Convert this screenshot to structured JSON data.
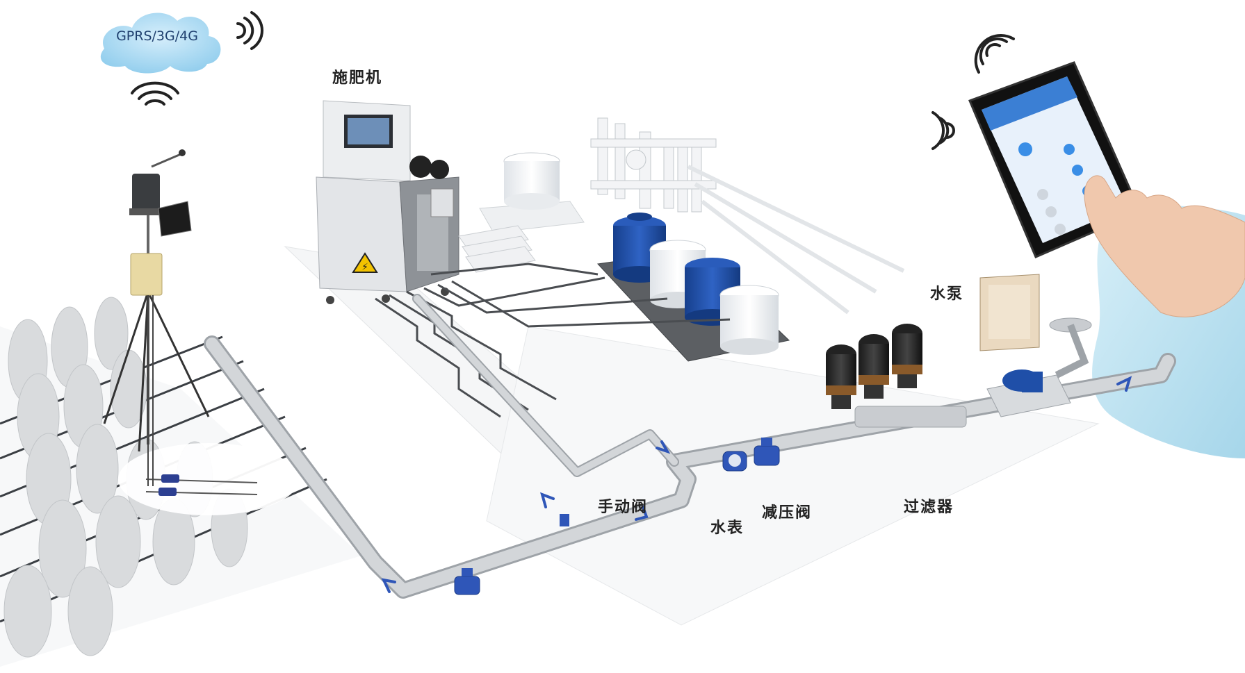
{
  "network": {
    "cloud_label": "GPRS/3G/4G"
  },
  "labels": {
    "fertilizer_machine": "施肥机",
    "water_pump": "水泵",
    "manual_valve": "手动阀",
    "water_meter": "水表",
    "pressure_reducing_valve": "减压阀",
    "filter": "过滤器"
  },
  "colors": {
    "pipe": "#c9ccd0",
    "pipe_edge": "#9ea3a8",
    "valve": "#2f56b8",
    "tank_blue": "#1f4fa8",
    "tank_white": "#f2f4f6",
    "cloud": "#a9d8f2",
    "water": "#bfe3f1",
    "plant": "#d6d8da"
  }
}
